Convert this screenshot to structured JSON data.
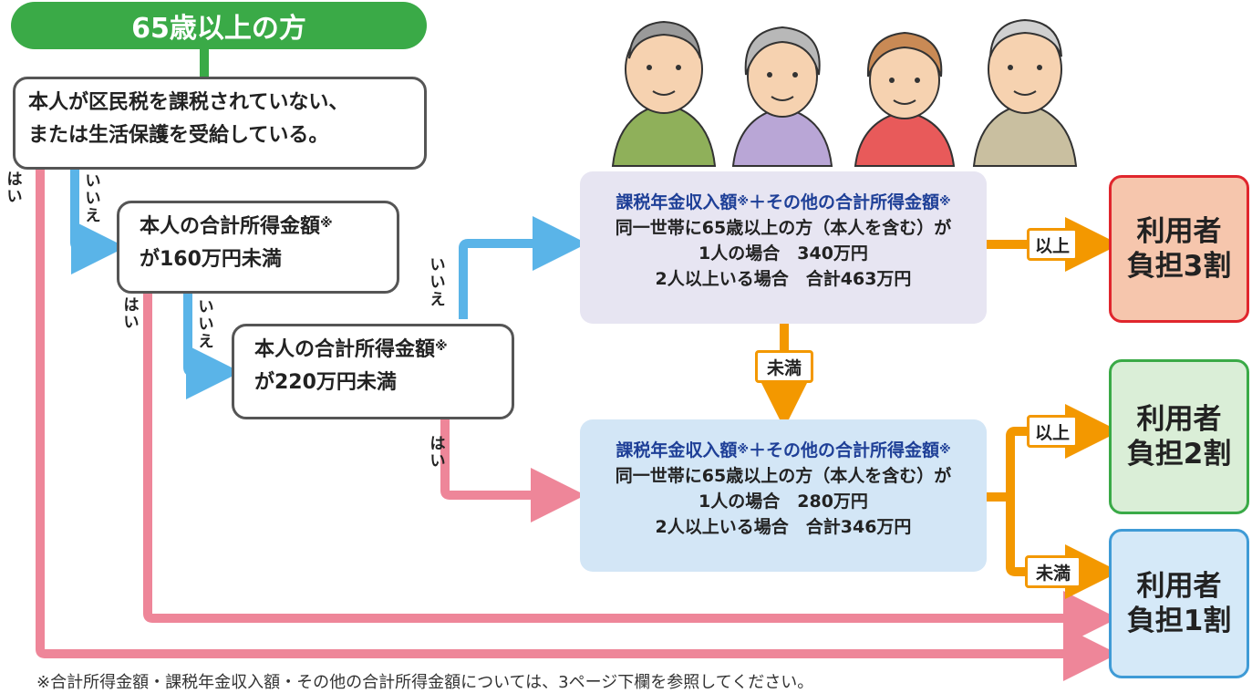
{
  "header": {
    "title": "65歳以上の方"
  },
  "questions": {
    "q1": {
      "line1": "本人が区民税を課税されていない、",
      "line2": "または生活保護を受給している。"
    },
    "q2": {
      "line1": "本人の合計所得金額",
      "mark": "※",
      "line2": "が160万円未満"
    },
    "q3": {
      "line1": "本人の合計所得金額",
      "mark": "※",
      "line2": "が220万円未満"
    }
  },
  "branch_labels": {
    "yes": "はい",
    "no": "いいえ"
  },
  "criteria": [
    {
      "title_a": "課税年金収入額",
      "mark_a": "※",
      "title_b": "＋その他の合計所得金額",
      "mark_b": "※",
      "line1": "同一世帯に65歳以上の方（本人を含む）が",
      "line2": "1人の場合　340万円",
      "line3": "2人以上いる場合　合計463万円"
    },
    {
      "title_a": "課税年金収入額",
      "mark_a": "※",
      "title_b": "＋その他の合計所得金額",
      "mark_b": "※",
      "line1": "同一世帯に65歳以上の方（本人を含む）が",
      "line2": "1人の場合　280万円",
      "line3": "2人以上いる場合　合計346万円"
    }
  ],
  "compare_labels": {
    "over": "以上",
    "under": "未満"
  },
  "results": [
    {
      "line1": "利用者",
      "line2": "負担3割"
    },
    {
      "line1": "利用者",
      "line2": "負担2割"
    },
    {
      "line1": "利用者",
      "line2": "負担1割"
    }
  ],
  "footnote": "※合計所得金額・課税年金収入額・その他の合計所得金額については、3ページ下欄を参照してください。",
  "colors": {
    "green": "#3aaa47",
    "blue_arrow": "#5ab4e8",
    "pink_arrow": "#ee8699",
    "orange_arrow": "#f39800",
    "red_border": "#e0262d",
    "navy_text": "#1e3f97"
  },
  "illustration": {
    "subject": "four-seniors-illustration"
  }
}
